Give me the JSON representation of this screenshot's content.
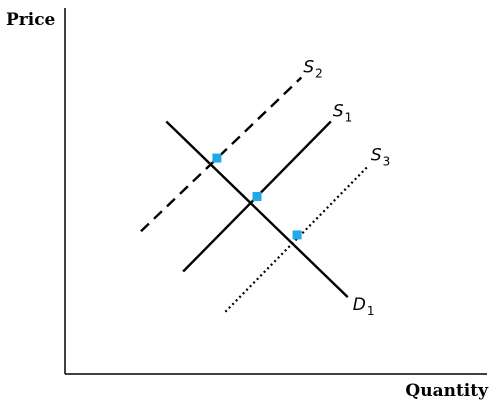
{
  "chart_data": {
    "type": "line",
    "title": "",
    "xlabel": "Quantity",
    "ylabel": "Price",
    "xlim": [
      0,
      100
    ],
    "ylim": [
      0,
      100
    ],
    "grid": false,
    "series": [
      {
        "name": "D",
        "subscript": "1",
        "style": "solid",
        "color": "#000000",
        "x": [
          24,
          67
        ],
        "y": [
          69,
          21
        ]
      },
      {
        "name": "S",
        "subscript": "1",
        "style": "solid",
        "color": "#000000",
        "x": [
          28,
          63
        ],
        "y": [
          28,
          69
        ]
      },
      {
        "name": "S",
        "subscript": "2",
        "style": "dashed",
        "color": "#000000",
        "x": [
          18,
          56
        ],
        "y": [
          39,
          81
        ]
      },
      {
        "name": "S",
        "subscript": "3",
        "style": "dotted",
        "color": "#000000",
        "x": [
          38,
          72
        ],
        "y": [
          17,
          57
        ]
      }
    ],
    "equilibrium_points": {
      "color": "#1fa9e6",
      "points": [
        {
          "x": 36,
          "y": 59
        },
        {
          "x": 45.5,
          "y": 48.5
        },
        {
          "x": 55,
          "y": 38
        }
      ]
    }
  }
}
